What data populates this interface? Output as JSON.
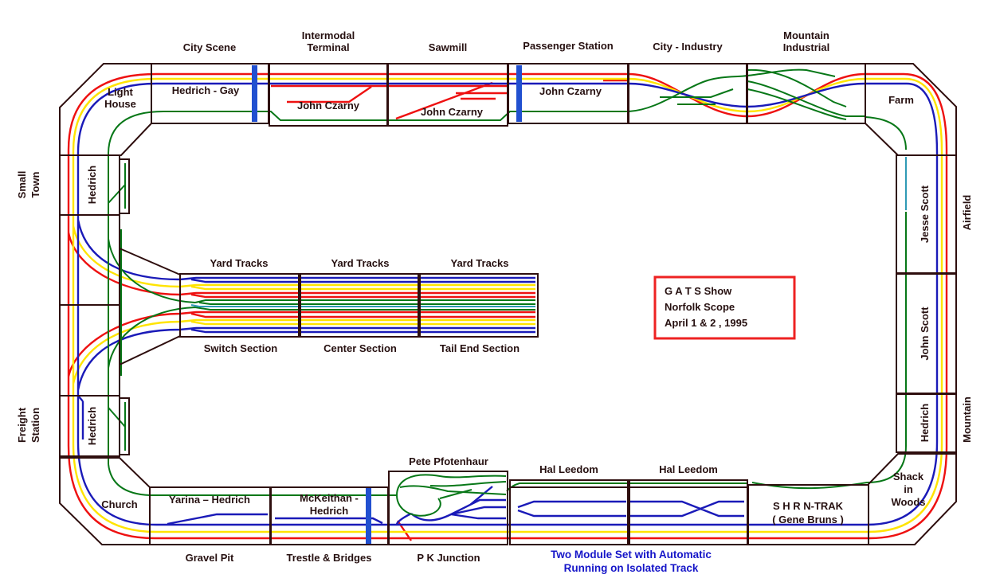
{
  "colors": {
    "track_red": "#ee1111",
    "track_yellow": "#ffe400",
    "track_blue": "#1a1ab8",
    "track_green": "#077717",
    "track_teal": "#2f9ab5",
    "gap_bar_blue": "#2150d0",
    "outline": "#2e0e0e",
    "label_text": "#261010",
    "caption_blue": "#1515c8",
    "info_border_red": "#ee2222"
  },
  "info_box": {
    "line1": "G A T S  Show",
    "line2": "Norfolk Scope",
    "line3": "April  1 & 2  ,  1995"
  },
  "top": {
    "corner_left": {
      "line1": "Light",
      "line2": "House"
    },
    "city_scene": {
      "title": "City  Scene",
      "owner": "Hedrich - Gay"
    },
    "intermodal": {
      "title1": "Intermodal",
      "title2": "Terminal",
      "owner": "John Czarny"
    },
    "sawmill": {
      "title": "Sawmill",
      "owner": "John  Czarny"
    },
    "passenger": {
      "title": "Passenger Station",
      "owner": "John Czarny"
    },
    "city_industry": {
      "title": "City - Industry"
    },
    "mountain_industrial": {
      "title1": "Mountain",
      "title2": "Industrial"
    },
    "corner_right": {
      "name": "Farm"
    }
  },
  "right_side": {
    "jesse_scott": {
      "owner": "Jesse Scott",
      "place": "Airfield"
    },
    "john_scott": {
      "owner": "John Scott"
    },
    "hedrich": {
      "owner": "Hedrich",
      "place": "Mountain"
    },
    "corner": {
      "line1": "Shack",
      "line2": "in",
      "line3": "Woods"
    }
  },
  "left_side": {
    "small_town": {
      "owner": "Hedrich",
      "place1": "Small",
      "place2": "Town"
    },
    "freight_station": {
      "owner": "Hedrich",
      "place1": "Freight",
      "place2": "Station"
    }
  },
  "bottom": {
    "corner_left": {
      "name": "Church"
    },
    "yarina": {
      "owner": "Yarina – Hedrich",
      "place": "Gravel  Pit"
    },
    "mckeithan": {
      "owner1": "McKeithan -",
      "owner2": "Hedrich",
      "place": "Trestle & Bridges"
    },
    "pete": {
      "title": "Pete Pfotenhaur",
      "place": "P  K   Junction"
    },
    "hal_left": {
      "title": "Hal  Leedom"
    },
    "hal_right": {
      "title": "Hal  Leedom"
    },
    "shr": {
      "owner1": "S H R   N-TRAK",
      "owner2": "( Gene Bruns )"
    },
    "caption1": "Two Module Set  with  Automatic",
    "caption2": "Running  on Isolated Track"
  },
  "yard": {
    "label1": "Yard Tracks",
    "label2": "Yard  Tracks",
    "label3": "Yard  Tracks",
    "switch": "Switch  Section",
    "center": "Center  Section",
    "tail": "Tail End Section"
  }
}
